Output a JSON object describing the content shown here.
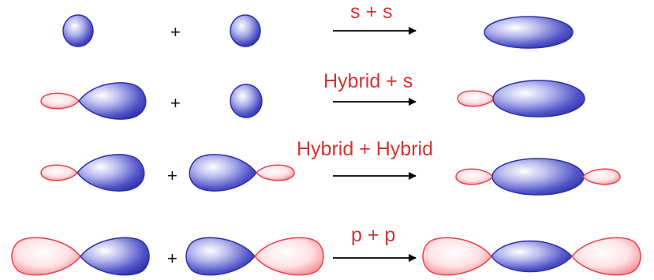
{
  "rows": [
    {
      "operator": "+",
      "label": "s + s"
    },
    {
      "operator": "+",
      "label": "Hybrid + s"
    },
    {
      "operator": "+",
      "label": "Hybrid + Hybrid"
    },
    {
      "operator": "+",
      "label": "p + p"
    }
  ],
  "colors": {
    "positive_lobe": "#4b4fc0",
    "negative_lobe": "#e8434e",
    "label_text": "#d03535",
    "arrow": "#000000"
  }
}
